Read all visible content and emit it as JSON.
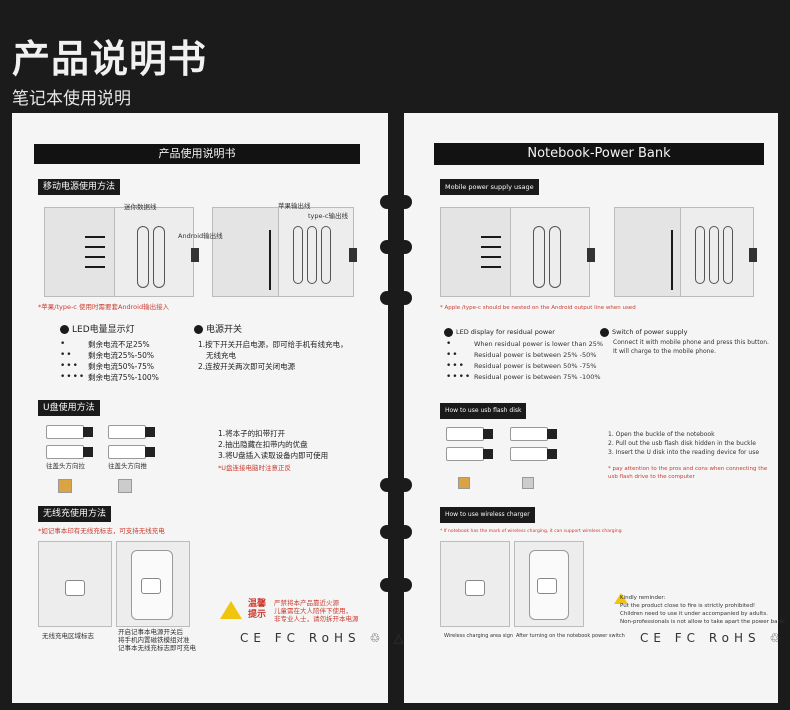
{
  "header": {
    "title": "产品说明书",
    "subtitle": "笔记本使用说明"
  },
  "left_page": {
    "title": "产品使用说明书",
    "mobile_section": {
      "label": "移动电源使用方法",
      "note": "*苹果/type-c 使用时需要套Android输出接入",
      "callouts": [
        "迷你数据线",
        "Android输出线",
        "苹果输出线",
        "type-c输出线"
      ]
    },
    "led": {
      "heading": "LED电量显示灯",
      "rows": [
        {
          "dots": "•",
          "text": "剩余电流不足25%"
        },
        {
          "dots": "••",
          "text": "剩余电流25%-50%"
        },
        {
          "dots": "•••",
          "text": "剩余电流50%-75%"
        },
        {
          "dots": "••••",
          "text": "剩余电流75%-100%"
        }
      ]
    },
    "power_switch": {
      "heading": "电源开关",
      "lines": [
        "1.按下开关开启电源，即可给手机有线充电，",
        "无线充电",
        "2.连按开关两次即可关闭电源"
      ]
    },
    "usb_section": {
      "label": "U盘使用方法",
      "captions": [
        "往盖头方向拉",
        "往盖头方向推"
      ],
      "steps": [
        "1.将本子的扣带打开",
        "2.抽出隐藏在扣带内的优盘",
        "3.将U盘插入读取设备内即可使用"
      ],
      "note": "*U盘连接电脑时注意正反"
    },
    "wireless_section": {
      "label": "无线充使用方法",
      "note": "*如记事本印有无线充标志，可支持无线充电",
      "cap1": "无线充电区域标志",
      "cap2_lines": [
        "开启记事本电源开关后",
        "将手机内置磁铁模组对准",
        "记事本无线充标志即可充电"
      ]
    },
    "warning": {
      "badge": "温馨提示",
      "lines": [
        "严禁将本产品靠近火源",
        "儿童需在大人陪伴下使用，",
        "非专业人士，请勿拆开本电源"
      ]
    },
    "certs": "CE FC RoHS ♲ △"
  },
  "right_page": {
    "title": "Notebook-Power Bank",
    "mobile_section": {
      "label": "Mobile power supply usage",
      "note": "* Apple /type-c should be nested on the Android output line when used"
    },
    "led": {
      "heading": "LED display for residual power",
      "rows": [
        {
          "dots": "•",
          "text": "When residual power is lower than 25%"
        },
        {
          "dots": "••",
          "text": "Residual power is between 25% -50%"
        },
        {
          "dots": "•••",
          "text": "Residual power is between 50% -75%"
        },
        {
          "dots": "••••",
          "text": "Residual power is between 75% -100%"
        }
      ]
    },
    "power_switch": {
      "heading": "Switch of power supply",
      "lines": [
        "Connect it with mobile phone and press this button.",
        "It will charge to the mobile phone."
      ]
    },
    "usb_section": {
      "label": "How to use usb flash disk",
      "steps": [
        "1. Open the buckle of the notebook",
        "2. Pull out the usb flash disk hidden in the buckle",
        "3. Insert the U disk into the reading device for use"
      ],
      "note_lines": [
        "* pay attention to the pros and cons when connecting the",
        "usb flash drive to the computer"
      ]
    },
    "wireless_section": {
      "label": "How to use wireless charger",
      "note": "* If notebook has the mark of wireless charging, it can support wireless charging",
      "cap1": "Wireless charging area sign",
      "cap2": "After turning on the notebook power switch"
    },
    "reminder": {
      "heading": "Kindly reminder:",
      "lines": [
        "Put the product close to fire is strictly prohibited!",
        "Children need to use it under accompanied by adults.",
        "Non-professionals is not allow to take apart the power bank."
      ]
    },
    "certs": "CE FC RoHS ♲ △"
  }
}
